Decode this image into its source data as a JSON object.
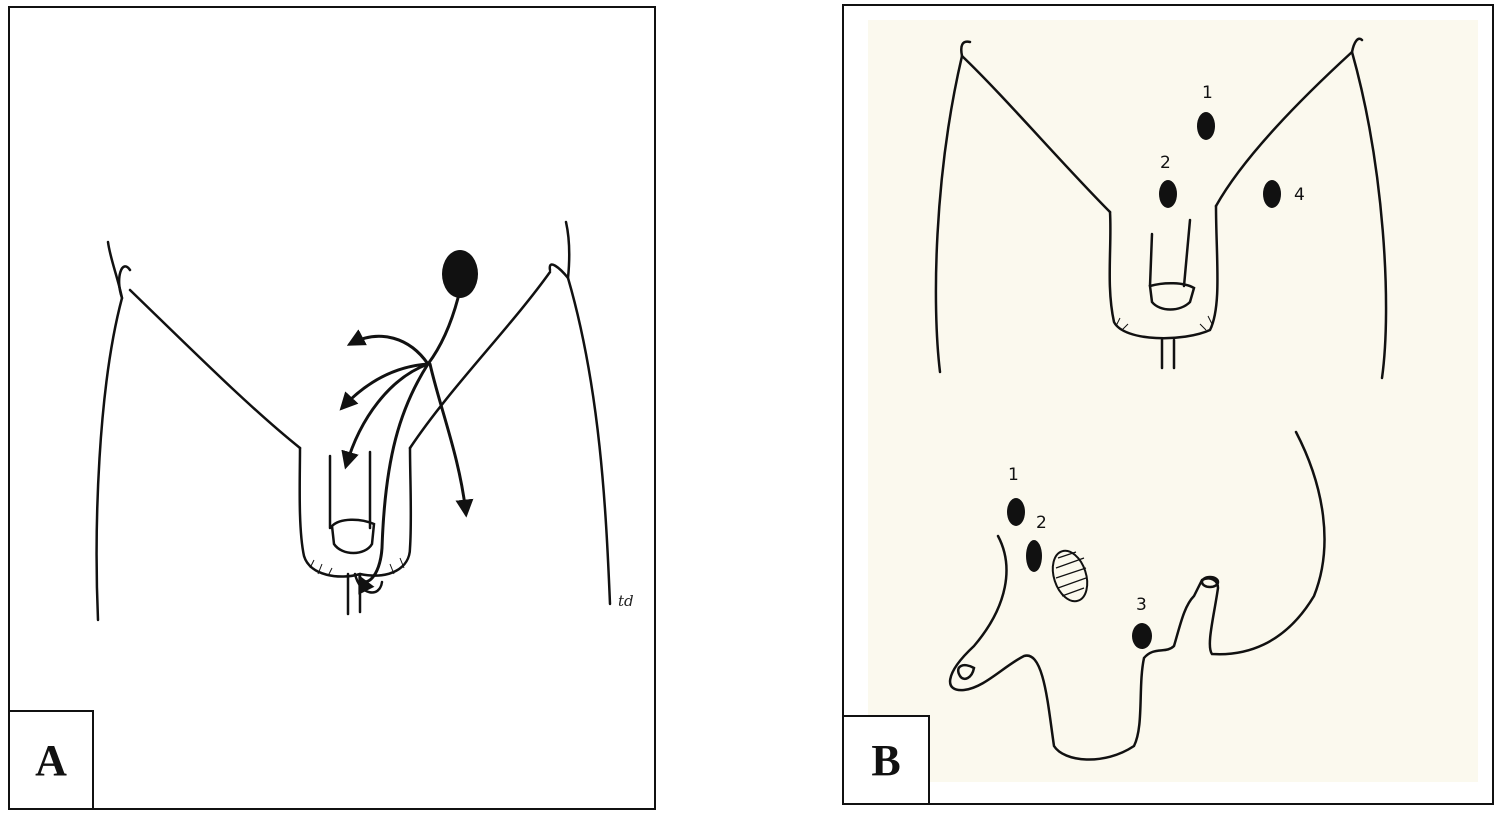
{
  "panels": [
    {
      "label": "A",
      "artist_initials": "td"
    },
    {
      "label": "B",
      "node_labels_front": [
        "1",
        "2",
        "4"
      ],
      "node_labels_side": [
        "1",
        "2",
        "3"
      ]
    }
  ],
  "colors": {
    "ink": "#111111",
    "panel_b_paper": "#fbf9ee"
  }
}
